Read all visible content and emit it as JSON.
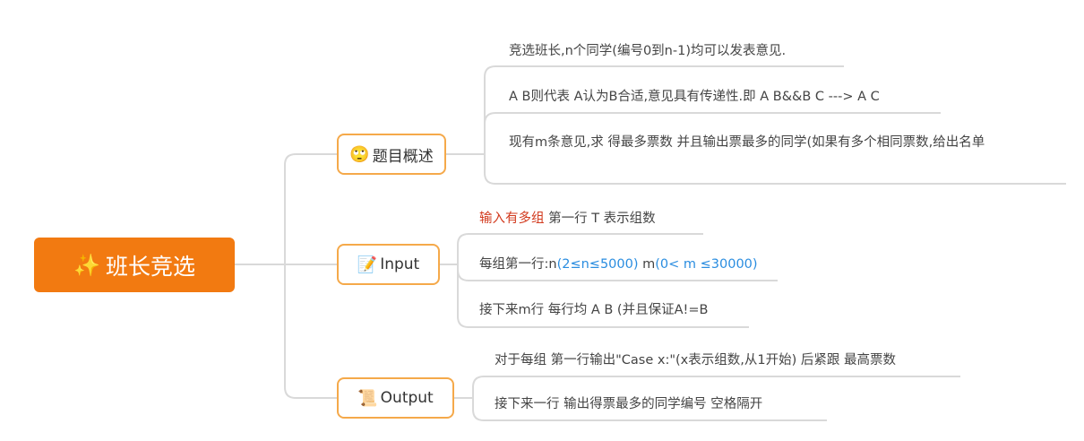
{
  "root": {
    "icon": "sparkles-icon",
    "emoji": "✨",
    "label": "班长竞选"
  },
  "branches": [
    {
      "icon": "rolling-eyes-face-icon",
      "emoji": "🙄",
      "label": "题目概述",
      "items": [
        "竞选班长,n个同学(编号0到n-1)均可以发表意见.",
        "A B则代表 A认为B合适,意见具有传递性.即 A B&&B C ---> A C",
        "现有m条意见,求 得最多票数 并且输出票最多的同学(如果有多个相同票数,给出名单"
      ]
    },
    {
      "icon": "memo-icon",
      "emoji": "📝",
      "label": "Input",
      "items": [
        {
          "highlight": "输入有多组",
          "rest": " 第一行 T 表示组数"
        },
        {
          "a": "每组第一行:n",
          "b": "(2≤n≤5000)",
          "c": " m",
          "d": "(0< m ≤30000)"
        },
        "接下来m行 每行均 A B (并且保证A!=B"
      ]
    },
    {
      "icon": "scroll-icon",
      "emoji": "📜",
      "label": "Output",
      "items": [
        "对于每组 第一行输出\"Case x:\"(x表示组数,从1开始) 后紧跟 最高票数",
        "接下来一行 输出得票最多的同学编号 空格隔开"
      ]
    }
  ],
  "colors": {
    "root": "#f27a11",
    "branch_border": "#f5a94a",
    "connector": "#d9d9d9",
    "highlight_red": "#d23a1e",
    "highlight_blue": "#2a8de0"
  }
}
